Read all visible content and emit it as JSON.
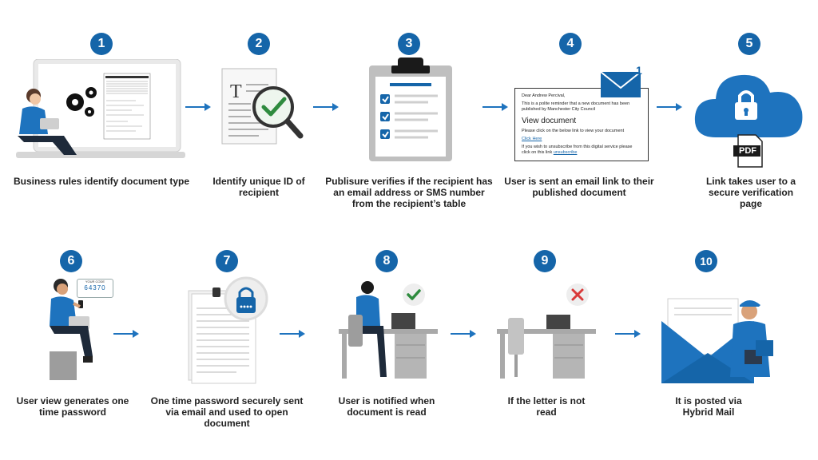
{
  "steps": [
    {
      "num": "1",
      "caption": "Business rules identify document type"
    },
    {
      "num": "2",
      "caption": "Identify unique ID of recipient"
    },
    {
      "num": "3",
      "caption": "Publisure verifies if the recipient has an email address or SMS number from the recipient’s table"
    },
    {
      "num": "4",
      "caption": "User is sent an email link to their published document"
    },
    {
      "num": "5",
      "caption": "Link takes user to a secure verification page"
    },
    {
      "num": "6",
      "caption": "User view generates one time password"
    },
    {
      "num": "7",
      "caption": "One time password securely sent via email and used to open document"
    },
    {
      "num": "8",
      "caption": "User is notified when document is read"
    },
    {
      "num": "9",
      "caption": "If the letter is not read"
    },
    {
      "num": "10",
      "caption": "It is posted via Hybrid Mail"
    }
  ],
  "email": {
    "greeting": "Dear Andrew Percival,",
    "body": "This is a polite reminder that a new document has been published by Manchester City Council",
    "heading": "View document",
    "instruction": "Please click on the below link to view your document",
    "link": "Click Here",
    "unsubscribe": "If you wish to unsubscribe from this digital service please click on this link",
    "unsubscribe_link": "unsubscribe",
    "badge": "1"
  },
  "otp": {
    "label": "YOUR CODE",
    "code": "64370"
  },
  "pdf_label": "PDF",
  "colors": {
    "accent": "#1565a9",
    "check": "#2e8b3e",
    "cross": "#d93a3a",
    "grey": "#a9a9a9"
  }
}
